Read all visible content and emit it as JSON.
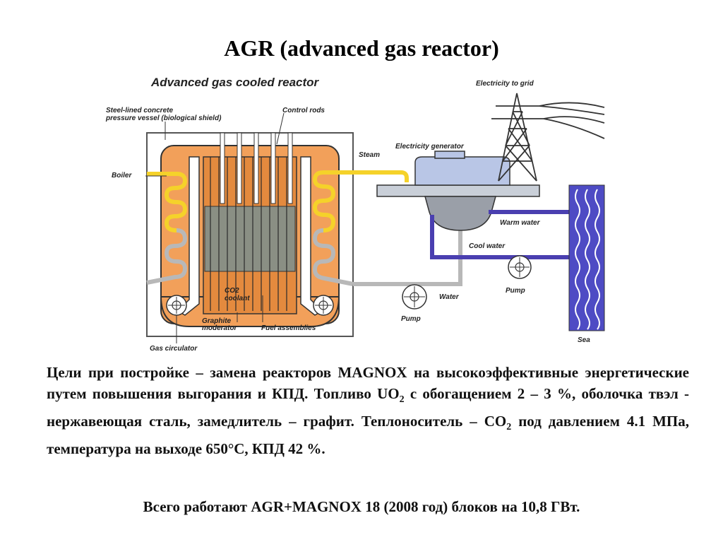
{
  "slide": {
    "title": "AGR (advanced gas reactor)"
  },
  "diagram": {
    "title": "Advanced gas cooled reactor",
    "labels": {
      "vessel_line1": "Steel-lined concrete",
      "vessel_line2": "pressure vessel (biological shield)",
      "control_rods": "Control rods",
      "boiler": "Boiler",
      "co2_line1": "CO2",
      "co2_line2": "coolant",
      "graphite_line1": "Graphite",
      "graphite_line2": "moderator",
      "fuel_assemblies": "Fuel assemblies",
      "gas_circulator": "Gas circulator",
      "steam": "Steam",
      "electricity_generator": "Electricity generator",
      "electricity_to_grid": "Electricity to grid",
      "warm_water": "Warm water",
      "cool_water": "Cool water",
      "pump_right": "Pump",
      "water": "Water",
      "pump_left": "Pump",
      "sea": "Sea"
    },
    "colors": {
      "core_orange": "#F2A05A",
      "boiler_yellow": "#F5D22A",
      "grey_pipe": "#B8B8B8",
      "purple_pipe": "#4A3FB0",
      "sea_blue": "#4E4BC4",
      "generator_blue": "#B9C6E6"
    }
  },
  "text": {
    "p_part1": "Цели при постройке – замена реакторов MAGNOX на высокоэффективные энергетические путем повышения выгорания и КПД. Топливо UO",
    "p_sub1": "2",
    "p_part2": " с обогащением 2 – 3 %, оболочка твэл - нержавеющая сталь, замедлитель –   графит. Теплоноситель – СО",
    "p_sub2": "2",
    "p_part3": " под давлением 4.1 МПа, температура на выходе 650°С, КПД 42 %.",
    "footer": "Всего работают AGR+MAGNOX 18 (2008 год) блоков на 10,8 ГВт."
  }
}
